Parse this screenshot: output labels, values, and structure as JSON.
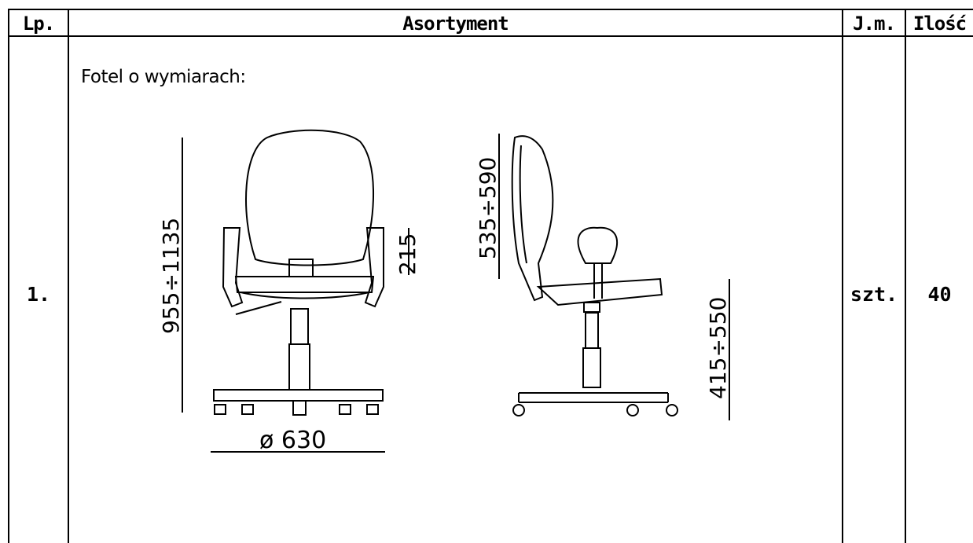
{
  "table": {
    "headers": {
      "lp": "Lp.",
      "asortyment": "Asortyment",
      "jm": "J.m.",
      "ilosc": "Ilość"
    },
    "rows": [
      {
        "lp": "1.",
        "description": "Fotel o wymiarach:",
        "jm": "szt.",
        "ilosc": "40",
        "drawing": {
          "front": {
            "height_label": "955÷1135",
            "armrest_label": "215",
            "base_label": "ø 630"
          },
          "side": {
            "back_label": "535÷590",
            "seat_height_label": "415÷550"
          }
        }
      }
    ]
  }
}
